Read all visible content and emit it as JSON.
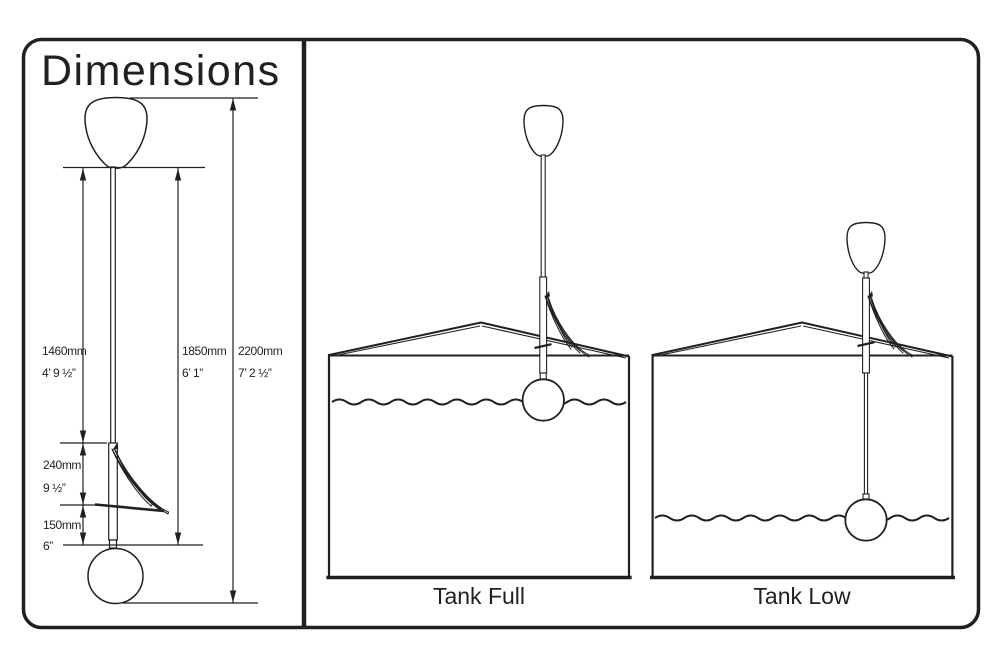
{
  "title": "Dimensions",
  "dims": {
    "d1460": {
      "metric": "1460mm",
      "imperial": "4’ 9 ½”"
    },
    "d1850": {
      "metric": "1850mm",
      "imperial": "6’ 1”"
    },
    "d2200": {
      "metric": "2200mm",
      "imperial": "7’ 2 ½”"
    },
    "d240": {
      "metric": "240mm",
      "imperial": "9 ½”"
    },
    "d150": {
      "metric": "150mm",
      "imperial": "6”"
    }
  },
  "captions": {
    "tank_full": "Tank Full",
    "tank_low": "Tank Low"
  },
  "colors": {
    "line": "#231f20",
    "background": "#ffffff"
  }
}
